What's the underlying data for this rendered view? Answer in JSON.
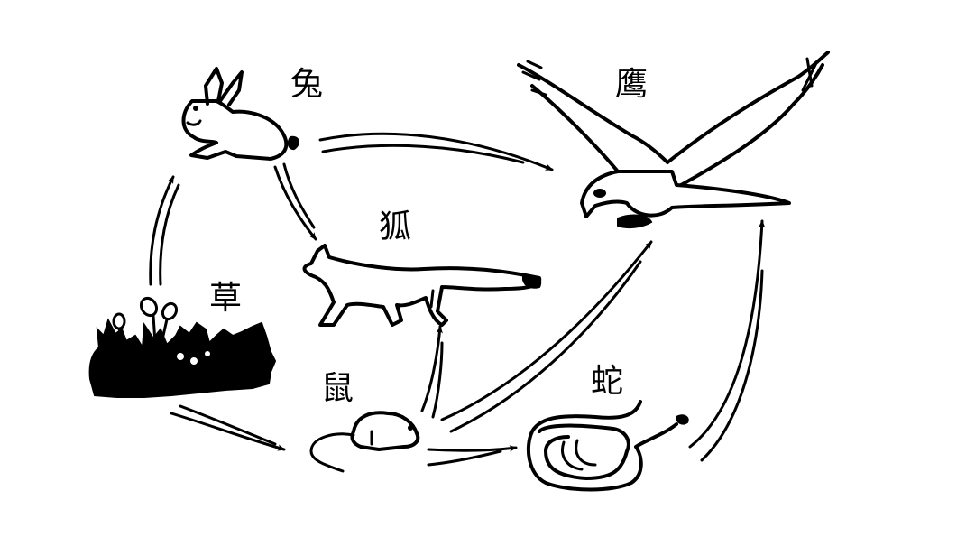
{
  "diagram": {
    "type": "food-web",
    "organisms": [
      {
        "id": "grass",
        "label": "草",
        "icon": "grass-icon"
      },
      {
        "id": "rabbit",
        "label": "兔",
        "icon": "rabbit-icon"
      },
      {
        "id": "fox",
        "label": "狐",
        "icon": "fox-icon"
      },
      {
        "id": "mouse",
        "label": "鼠",
        "icon": "mouse-icon"
      },
      {
        "id": "snake",
        "label": "蛇",
        "icon": "snake-icon"
      },
      {
        "id": "eagle",
        "label": "鹰",
        "icon": "eagle-icon"
      }
    ],
    "arrows": [
      {
        "from": "grass",
        "to": "rabbit"
      },
      {
        "from": "grass",
        "to": "mouse"
      },
      {
        "from": "rabbit",
        "to": "fox"
      },
      {
        "from": "rabbit",
        "to": "eagle"
      },
      {
        "from": "mouse",
        "to": "fox"
      },
      {
        "from": "mouse",
        "to": "eagle"
      },
      {
        "from": "mouse",
        "to": "snake"
      },
      {
        "from": "snake",
        "to": "eagle"
      }
    ],
    "colors": {
      "ink": "#000000",
      "background": "#ffffff"
    }
  }
}
